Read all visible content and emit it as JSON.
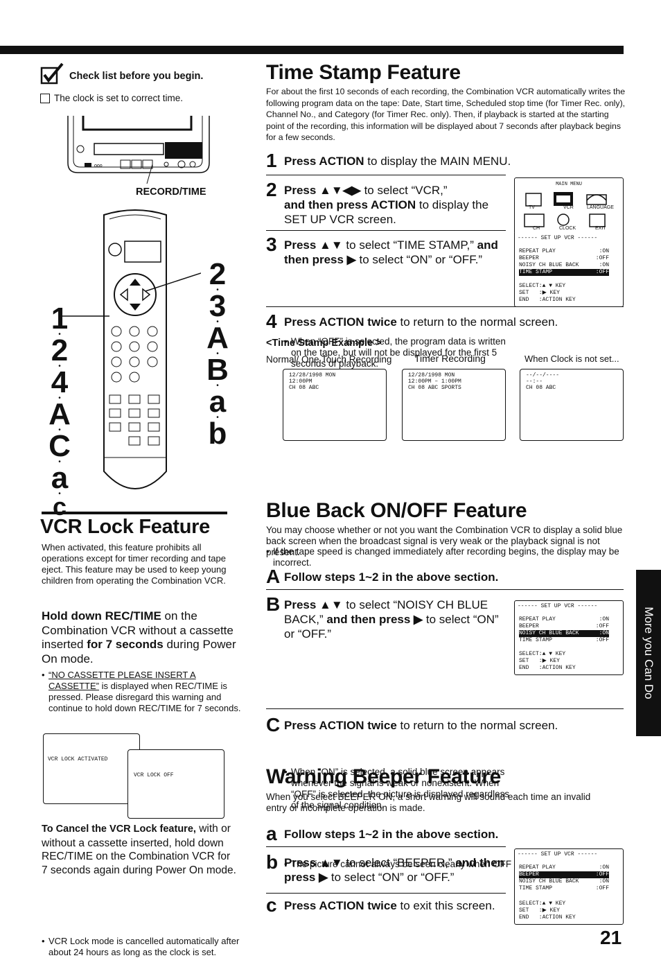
{
  "checklist": {
    "title": "Check list before you begin.",
    "item": "The clock is set to correct time."
  },
  "vcr_label": "RECORD/TIME",
  "remote_steps_left": [
    "1",
    "2",
    "4",
    "A",
    "C",
    "a",
    "c"
  ],
  "remote_steps_right": [
    "2",
    "3",
    "A",
    "B",
    "a",
    "b"
  ],
  "time_stamp": {
    "title": "Time Stamp Feature",
    "intro": "For about the first 10 seconds of each recording, the Combination VCR automatically writes the following program data on the tape: Date, Start time, Scheduled stop time (for Timer Rec. only), Channel No., and Category (for Timer Rec. only). Then, if playback is started at the starting point of the recording, this information will be displayed about 7 seconds after playback begins for a few seconds.",
    "step1_num": "1",
    "step1_bold": "Press ACTION",
    "step1_rest": " to display the MAIN MENU.",
    "step2_num": "2",
    "step2_a": "Press ▲▼◀▶",
    "step2_b": " to select “VCR,”",
    "step2_c": "and then press ACTION",
    "step2_d": " to display the SET UP VCR screen.",
    "step3_num": "3",
    "step3_a": "Press ▲▼",
    "step3_b": " to select “TIME STAMP,” ",
    "step3_c": "and then press ▶",
    "step3_d": " to select “ON” or “OFF.”",
    "step3_note": "When “OFF” is selected, the program data is written on the tape, but will not be displayed for the first 5 seconds of playback.",
    "step4_num": "4",
    "step4_bold": "Press ACTION twice",
    "step4_rest": " to return to the normal screen.",
    "example_title": "<Time Stamp Example >",
    "example_labels": [
      "Normal/ One Touch Recording",
      "Timer Recording",
      "When Clock is not set..."
    ],
    "example_screens": [
      [
        "12/28/1998 MON",
        "12:00PM",
        "CH 08 ABC"
      ],
      [
        "12/28/1998 MON",
        "12:00PM –  1:00PM",
        "CH 08 ABC  SPORTS"
      ],
      [
        "--/--/----",
        "--:--",
        "CH 08 ABC"
      ]
    ],
    "note": "If the tape speed is changed immediately after recording begins, the display may be incorrect."
  },
  "main_menu": {
    "title": "MAIN MENU",
    "items": [
      "TV",
      "VCR",
      "LANGUAGE",
      "CH",
      "CLOCK",
      "EXIT"
    ]
  },
  "setup_screen_ts": {
    "header": "------ SET UP VCR ------",
    "rows": [
      {
        "label": "REPEAT PLAY",
        "value": ":ON",
        "highlight": false
      },
      {
        "label": "BEEPER",
        "value": ":OFF",
        "highlight": false
      },
      {
        "label": "NOISY CH BLUE BACK",
        "value": ":ON",
        "highlight": false
      },
      {
        "label": "TIME STAMP",
        "value": ":OFF",
        "highlight": true
      }
    ],
    "keys": [
      "SELECT:▲ ▼ KEY",
      "SET   :▶ KEY",
      "END   :ACTION KEY"
    ]
  },
  "vcr_lock": {
    "title": "VCR Lock Feature",
    "intro": "When activated, this feature prohibits all operations except for timer recording and tape eject. This feature may be used to keep young children from operating the Combination VCR.",
    "hold_a": "Hold down REC/TIME",
    "hold_b": " on the Combination VCR without a cassette inserted ",
    "hold_c": "for 7 seconds",
    "hold_d": " during Power On mode.",
    "warning_u": "“NO CASSETTE PLEASE INSERT A CASSETTE”",
    "warning_rest": " is displayed when REC/TIME is pressed. Please disregard this warning and continue to hold down REC/TIME for 7 seconds.",
    "screen1": "VCR LOCK ACTIVATED",
    "screen2": "VCR LOCK OFF",
    "cancel_bold": "To Cancel the VCR Lock feature,",
    "cancel_rest": " with or without a cassette inserted, hold down REC/TIME on the Combination VCR for 7 seconds again during Power On mode.",
    "cancel_note": "VCR Lock mode is cancelled automatically after about 24 hours as long as the clock is set."
  },
  "blue_back": {
    "title": "Blue Back ON/OFF Feature",
    "intro": "You may choose whether or not you want the Combination VCR to display a solid blue back screen when the broadcast signal is very weak or the playback signal is not present.",
    "stepA_num": "A",
    "stepA": "Follow steps 1~2 in the above section.",
    "stepB_num": "B",
    "stepB_a": "Press ▲▼",
    "stepB_b": " to select “NOISY CH BLUE BACK,” ",
    "stepB_c": "and then press ▶",
    "stepB_d": " to select “ON” or “OFF.”",
    "stepB_note": "When “ON” is selected, a solid blue screen appears whenever the signal is weak or nonexistent. When “OFF” is selected, the picture is displayed regardless of the signal condition.",
    "stepB_note2": "The picture cannot always be seen clearly when OFF is selected.",
    "stepC_num": "C",
    "stepC_bold": "Press ACTION twice",
    "stepC_rest": " to return to the normal screen."
  },
  "setup_screen_bb": {
    "header": "------ SET UP VCR ------",
    "rows": [
      {
        "label": "REPEAT PLAY",
        "value": ":ON",
        "highlight": false
      },
      {
        "label": "BEEPER",
        "value": ":OFF",
        "highlight": false
      },
      {
        "label": "NOISY CH BLUE BACK",
        "value": ":ON",
        "highlight": true
      },
      {
        "label": "TIME STAMP",
        "value": ":OFF",
        "highlight": false
      }
    ],
    "keys": [
      "SELECT:▲ ▼ KEY",
      "SET   :▶ KEY",
      "END   :ACTION KEY"
    ]
  },
  "beeper": {
    "title": "Warning Beeper Feature",
    "intro": "When you select BEEPER ON, a short warning will sound each time an invalid entry or incomplete operation is made.",
    "stepa_num": "a",
    "stepa": "Follow steps 1~2 in the above section.",
    "stepb_num": "b",
    "stepb_a": "Press ▲▼",
    "stepb_b": " to select “BEEPER,” ",
    "stepb_c": "and then press ▶",
    "stepb_d": " to select “ON” or “OFF.”",
    "stepc_num": "c",
    "stepc_bold": "Press ACTION twice",
    "stepc_rest": " to exit this screen."
  },
  "setup_screen_bp": {
    "header": "------ SET UP VCR ------",
    "rows": [
      {
        "label": "REPEAT PLAY",
        "value": ":ON",
        "highlight": false
      },
      {
        "label": "BEEPER",
        "value": ":OFF",
        "highlight": true
      },
      {
        "label": "NOISY CH BLUE BACK",
        "value": ":ON",
        "highlight": false
      },
      {
        "label": "TIME STAMP",
        "value": ":OFF",
        "highlight": false
      }
    ],
    "keys": [
      "SELECT:▲ ▼ KEY",
      "SET   :▶ KEY",
      "END   :ACTION KEY"
    ]
  },
  "side_tab": "More you Can Do",
  "page_number": "21"
}
